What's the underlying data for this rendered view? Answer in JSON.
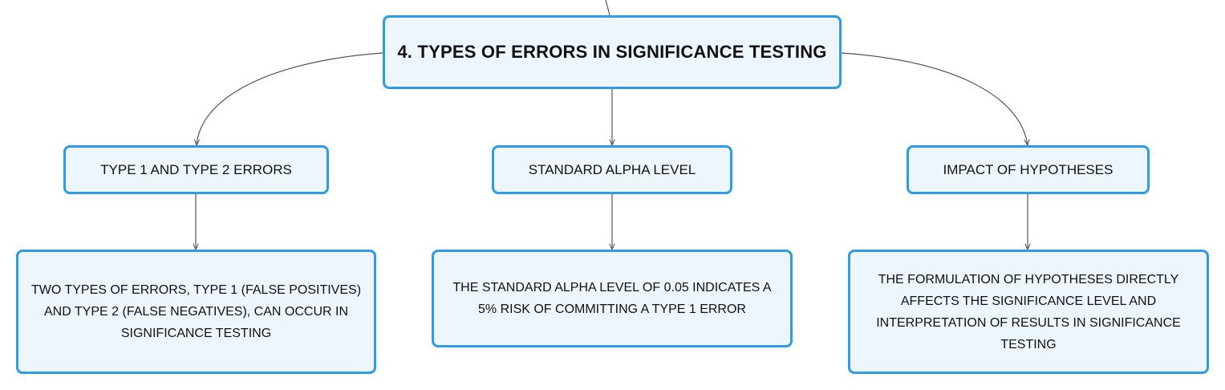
{
  "root": {
    "label": "4. TYPES OF ERRORS IN SIGNIFICANCE TESTING"
  },
  "branches": [
    {
      "label": "TYPE 1 AND TYPE 2 ERRORS",
      "detail": "TWO TYPES OF ERRORS, TYPE 1 (FALSE POSITIVES) AND TYPE 2 (FALSE NEGATIVES), CAN OCCUR IN SIGNIFICANCE TESTING"
    },
    {
      "label": "STANDARD ALPHA LEVEL",
      "detail": "THE STANDARD ALPHA LEVEL OF 0.05 INDICATES A 5% RISK OF COMMITTING A TYPE 1 ERROR"
    },
    {
      "label": "IMPACT OF HYPOTHESES",
      "detail": "THE FORMULATION OF HYPOTHESES DIRECTLY AFFECTS THE SIGNIFICANCE LEVEL AND INTERPRETATION OF RESULTS IN SIGNIFICANCE TESTING"
    }
  ],
  "colors": {
    "node_border": "#2f9be2",
    "node_fill": "#eef6fd",
    "connector": "#555555"
  }
}
